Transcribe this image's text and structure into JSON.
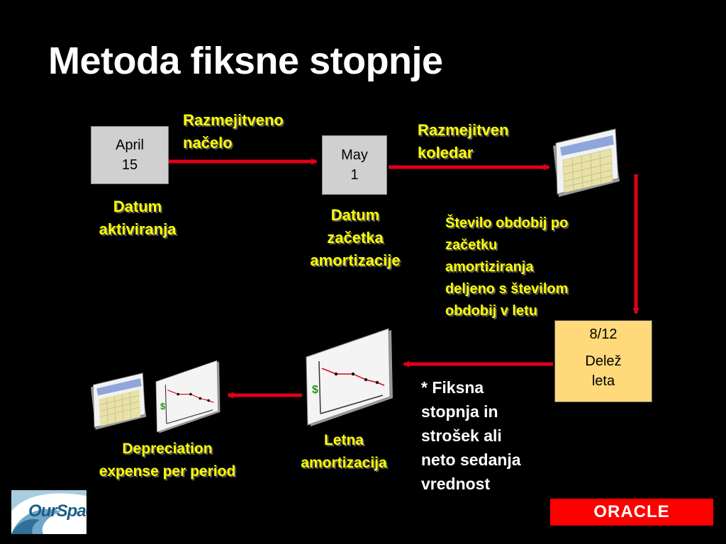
{
  "title": "Metoda fiksne stopnje",
  "boxes": {
    "activation": {
      "line1": "April",
      "line2": "15"
    },
    "start": {
      "line1": "May",
      "line2": "1"
    }
  },
  "labels": {
    "convention": {
      "line1": "Razmejitveno",
      "line2": "načelo"
    },
    "calendar": {
      "line1": "Razmejitven",
      "line2": "koledar"
    },
    "activation_date": {
      "line1": "Datum",
      "line2": "aktiviranja"
    },
    "start_date": {
      "line1": "Datum",
      "line2": "začetka",
      "line3": "amortizacije"
    },
    "fraction_note": {
      "line1": "Število obdobij po",
      "line2": "začetku",
      "line3": "amortiziranja",
      "line4": "deljeno s številom",
      "line5": "obdobij v letu"
    },
    "rate_note": {
      "line1": "* Fiksna",
      "line2": "stopnja in",
      "line3": "strošek ali",
      "line4": "neto sedanja",
      "line5": "vrednost"
    },
    "annual": {
      "line1": "Letna",
      "line2": "amortizacija"
    },
    "per_period": {
      "line1": "Depreciation",
      "line2": "expense per period"
    }
  },
  "fraction_box": {
    "value": "8/12",
    "line1": "Delež",
    "line2": "leta"
  },
  "chart_icons": {
    "currency": "$"
  },
  "logos": {
    "left": "OurSpace",
    "right": "ORACLE"
  },
  "colors": {
    "arrow": "#e0001a",
    "label_yellow": "#ffff00",
    "fraction_fill": "#ffd97a",
    "brand": "#ff0000"
  }
}
